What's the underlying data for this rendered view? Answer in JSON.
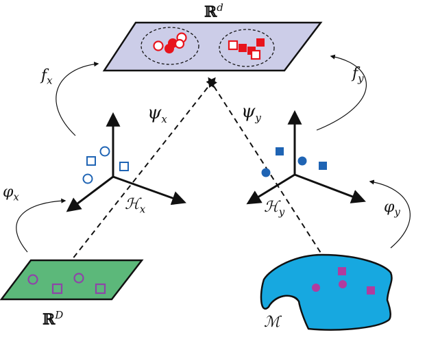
{
  "labels": {
    "top_space": {
      "base": "ℝ",
      "sup": "d"
    },
    "f_x": {
      "base": "f",
      "sub": "x"
    },
    "f_y": {
      "base": "f",
      "sub": "y"
    },
    "psi_x": {
      "base": "ψ",
      "sub": "x"
    },
    "psi_y": {
      "base": "ψ",
      "sub": "y"
    },
    "phi_x": {
      "base": "φ",
      "sub": "x"
    },
    "phi_y": {
      "base": "φ",
      "sub": "y"
    },
    "H_x": {
      "base": "ℋ",
      "sub": "x"
    },
    "H_y": {
      "base": "ℋ",
      "sub": "y"
    },
    "input_space": {
      "base": "ℝ",
      "sup": "D"
    },
    "manifold": {
      "base": "ℳ"
    }
  },
  "colors": {
    "top_plane": "#cccde8",
    "red": "#e8141c",
    "blue": "#1f64b4",
    "purple": "#8e44a8",
    "magenta": "#b03c9e",
    "green_plane": "#5cb87a",
    "manifold": "#17a8e0",
    "ink": "#111111"
  }
}
